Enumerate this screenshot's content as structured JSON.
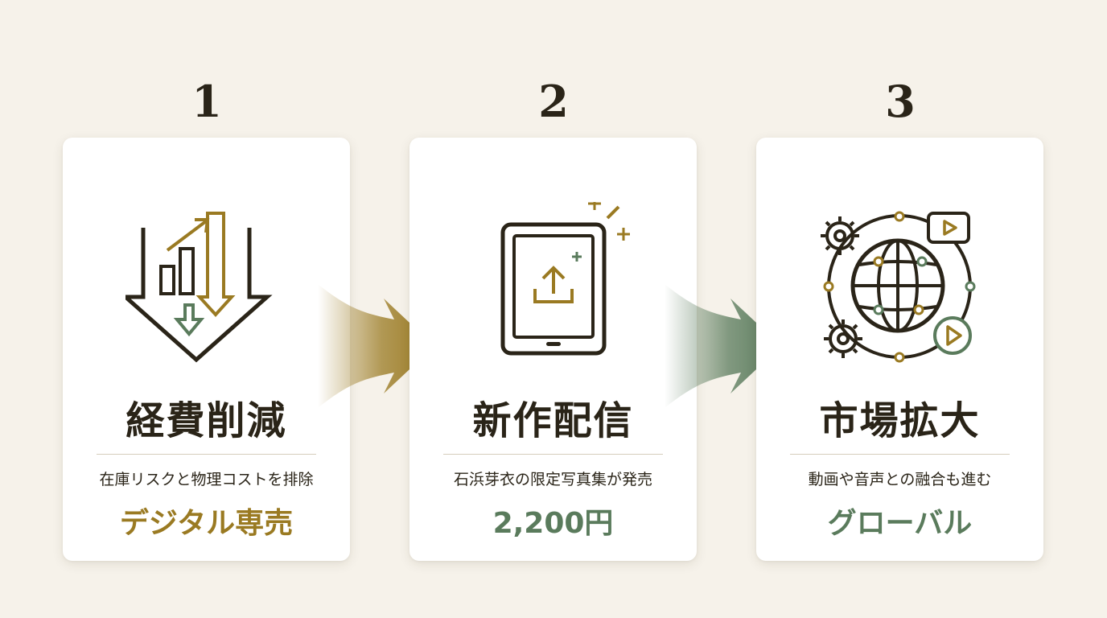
{
  "steps": [
    {
      "number": "1",
      "title": "経費削減",
      "description": "在庫リスクと物理コストを排除",
      "highlight": "デジタル専売",
      "icon": "cost-reduction-chart-icon",
      "highlight_color": "#9a7a22"
    },
    {
      "number": "2",
      "title": "新作配信",
      "description": "石浜芽衣の限定写真集が発売",
      "highlight": "2,200円",
      "icon": "tablet-upload-icon",
      "highlight_color": "#5a7b5c"
    },
    {
      "number": "3",
      "title": "市場拡大",
      "description": "動画や音声との融合も進む",
      "highlight": "グローバル",
      "icon": "global-network-icon",
      "highlight_color": "#5a7b5c"
    }
  ],
  "colors": {
    "background": "#f6f2ea",
    "dark": "#2a2418",
    "gold": "#9a7a22",
    "green": "#5a7b5c"
  }
}
